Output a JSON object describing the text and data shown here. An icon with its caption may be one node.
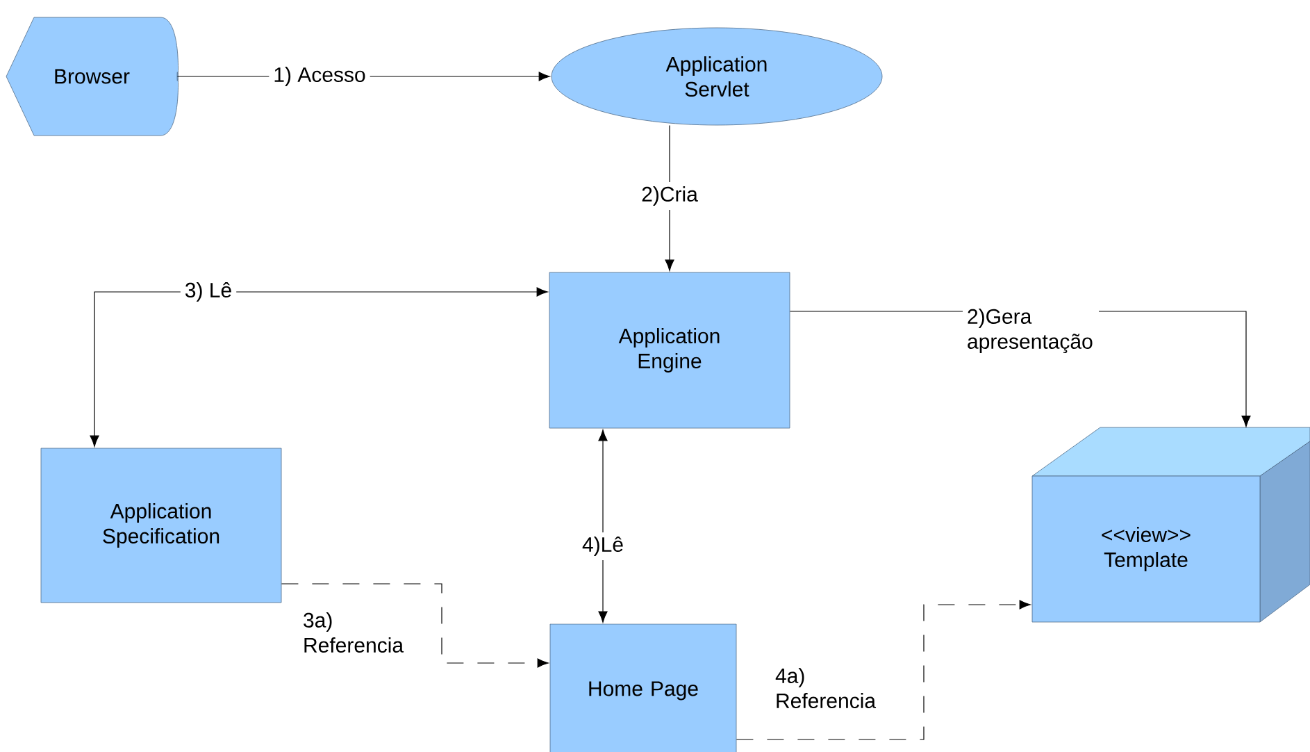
{
  "diagram": {
    "nodes": [
      {
        "text": [
          "Browser"
        ]
      },
      {
        "text": [
          "Application Servlet"
        ]
      },
      {
        "text": [
          "Application Engine"
        ]
      },
      {
        "text": [
          "Application Specification"
        ]
      },
      {
        "text": [
          "Home Page"
        ]
      },
      {
        "text": [
          "<<view>> Template"
        ]
      }
    ],
    "edges": [
      {
        "from": 0,
        "to": 1,
        "arrow": "to",
        "label": "1) Acesso"
      },
      {
        "from": 1,
        "to": 2,
        "arrow": "to",
        "label": "2)Cria"
      },
      {
        "from": 3,
        "to": 2,
        "arrow": "both",
        "label": "3) Lê"
      },
      {
        "from": 2,
        "to": 5,
        "arrow": "to",
        "label": "2)Gera apresentação"
      },
      {
        "from": 4,
        "to": 2,
        "arrow": "both",
        "label": "4)Lê"
      },
      {
        "from": 3,
        "to": 4,
        "arrow": "to",
        "label": "3a) Referencia",
        "style": "dashed"
      },
      {
        "from": 4,
        "to": 5,
        "arrow": "to",
        "label": "4a) Referencia",
        "style": "dashed"
      }
    ]
  }
}
